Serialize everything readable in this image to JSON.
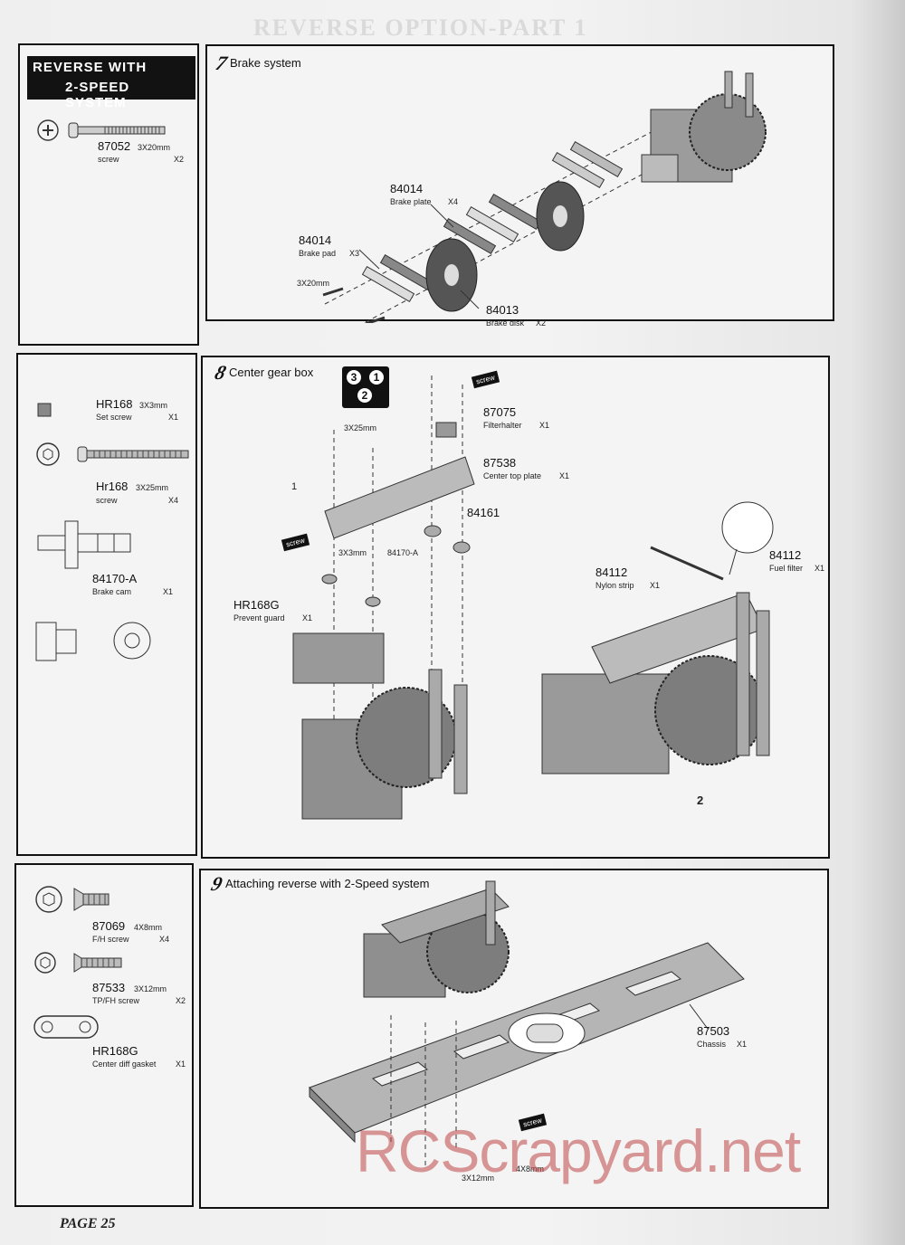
{
  "header": {
    "ghost_title": "REVERSE OPTION-PART 1"
  },
  "banner": {
    "line1": "REVERSE WITH",
    "line2": "2-SPEED SYSTEM"
  },
  "parts_panel_1": [
    {
      "code": "87052",
      "size": "3X20mm",
      "name": "screw",
      "qty": "X2"
    }
  ],
  "parts_panel_2": [
    {
      "code": "HR168",
      "size": "3X3mm",
      "name": "Set screw",
      "qty": "X1"
    },
    {
      "code": "Hr168",
      "size": "3X25mm",
      "name": "screw",
      "qty": "X4"
    },
    {
      "code": "84170-A",
      "name": "Brake cam",
      "qty": "X1"
    }
  ],
  "parts_panel_3": [
    {
      "code": "87069",
      "size": "4X8mm",
      "name": "F/H screw",
      "qty": "X4"
    },
    {
      "code": "87533",
      "size": "3X12mm",
      "name": "TP/FH screw",
      "qty": "X2"
    },
    {
      "code": "HR168G",
      "name": "Center diff gasket",
      "qty": "X1"
    }
  ],
  "step7": {
    "num": "7",
    "title": "Brake system",
    "labels": {
      "plate_code": "84014",
      "plate_name": "Brake plate",
      "plate_qty": "X4",
      "pad_code": "84014",
      "pad_name": "Brake pad",
      "pad_qty": "X3",
      "screw": "3X20mm",
      "disk_code": "84013",
      "disk_name": "Brake disk",
      "disk_qty": "X2"
    }
  },
  "step8": {
    "num": "8",
    "title": "Center gear box",
    "order": [
      "3",
      "1",
      "2"
    ],
    "screw_tag": "screw",
    "labels": {
      "screw25": "3X25mm",
      "filter_code": "87075",
      "filter_name": "Filterhalter",
      "filter_qty": "X1",
      "top_code": "87538",
      "top_name": "Center top plate",
      "top_qty": "X1",
      "part_84161": "84161",
      "screw3": "3X3mm",
      "cam": "84170-A",
      "guard_code": "HR168G",
      "guard_name": "Prevent guard",
      "guard_qty": "X1",
      "strip_code": "84112",
      "strip_name": "Nylon strip",
      "strip_qty": "X1",
      "ffilter_code": "84112",
      "ffilter_name": "Fuel filter",
      "ffilter_qty": "X1",
      "fig1": "1",
      "fig2": "2"
    }
  },
  "step9": {
    "num": "9",
    "title": "Attaching reverse with 2-Speed system",
    "screw_tag": "screw",
    "labels": {
      "chassis_code": "87503",
      "chassis_name": "Chassis",
      "chassis_qty": "X1",
      "screw12": "3X12mm",
      "screw8": "4X8mm"
    }
  },
  "watermark": "RCScrapyard.net",
  "footer": {
    "page": "PAGE 25"
  }
}
